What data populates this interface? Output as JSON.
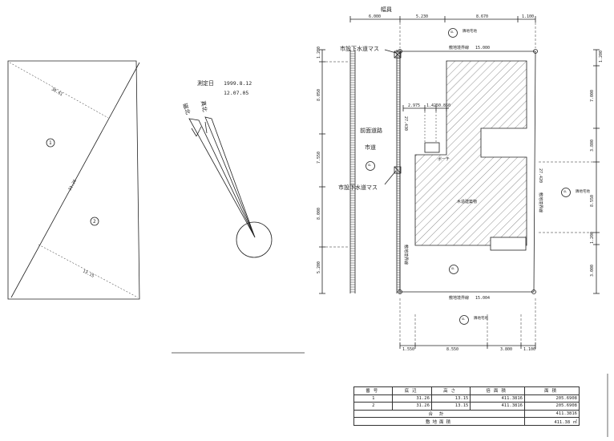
{
  "triangle_plan": {
    "lengths": [
      "30.61",
      "31.26",
      "13.15"
    ],
    "markers": [
      "1",
      "2"
    ]
  },
  "survey": {
    "date_label": "測定日",
    "date_value": "1999.8.12",
    "time_value": "12.07.05",
    "north_labels": [
      "磁北",
      "真北"
    ]
  },
  "site_plan": {
    "road_width_label": "幅員",
    "top_dims": [
      "6.000",
      "5.230",
      "8.670",
      "1.100"
    ],
    "bottom_dims": [
      "1.550",
      "8.550",
      "3.800",
      "1.100"
    ],
    "left_dims": [
      "1.200",
      "8.050",
      "7.550",
      "8.000",
      "5.200"
    ],
    "right_dims": [
      "1.200",
      "7.000",
      "3.800",
      "8.550",
      "1.200",
      "3.000"
    ],
    "sewer_label_1": "市設下水道マス",
    "sewer_label_2": "市設下水道マス",
    "road_label": "前面道路",
    "road_type": "市道",
    "boundary_top": "敷地境界線",
    "boundary_top_len": "15.000",
    "boundary_bottom": "敷地境界線",
    "boundary_bottom_len": "15.004",
    "boundary_left": "敷地境界線",
    "boundary_left_len": "27.430",
    "boundary_right": "敷地境界線",
    "boundary_right_len": "27.420",
    "inner_dims": [
      "2.975",
      "1.425",
      "0.850"
    ],
    "porch_label": "ポーチ",
    "building_label": "木造建築物",
    "neighbor_label": "隣地宅地",
    "gl_label": "GL"
  },
  "area_table": {
    "headers": [
      "番号",
      "底辺",
      "高さ",
      "倍面積",
      "面積"
    ],
    "rows": [
      {
        "no": "1",
        "base": "31.26",
        "height": "13.15",
        "double": "411.3816",
        "area": "205.6908"
      },
      {
        "no": "2",
        "base": "31.26",
        "height": "13.15",
        "double": "411.3816",
        "area": "205.6908"
      }
    ],
    "sum_label": "合計",
    "sum_value": "411.3816",
    "site_label": "敷地面積",
    "site_value": "411.38 ㎡"
  }
}
